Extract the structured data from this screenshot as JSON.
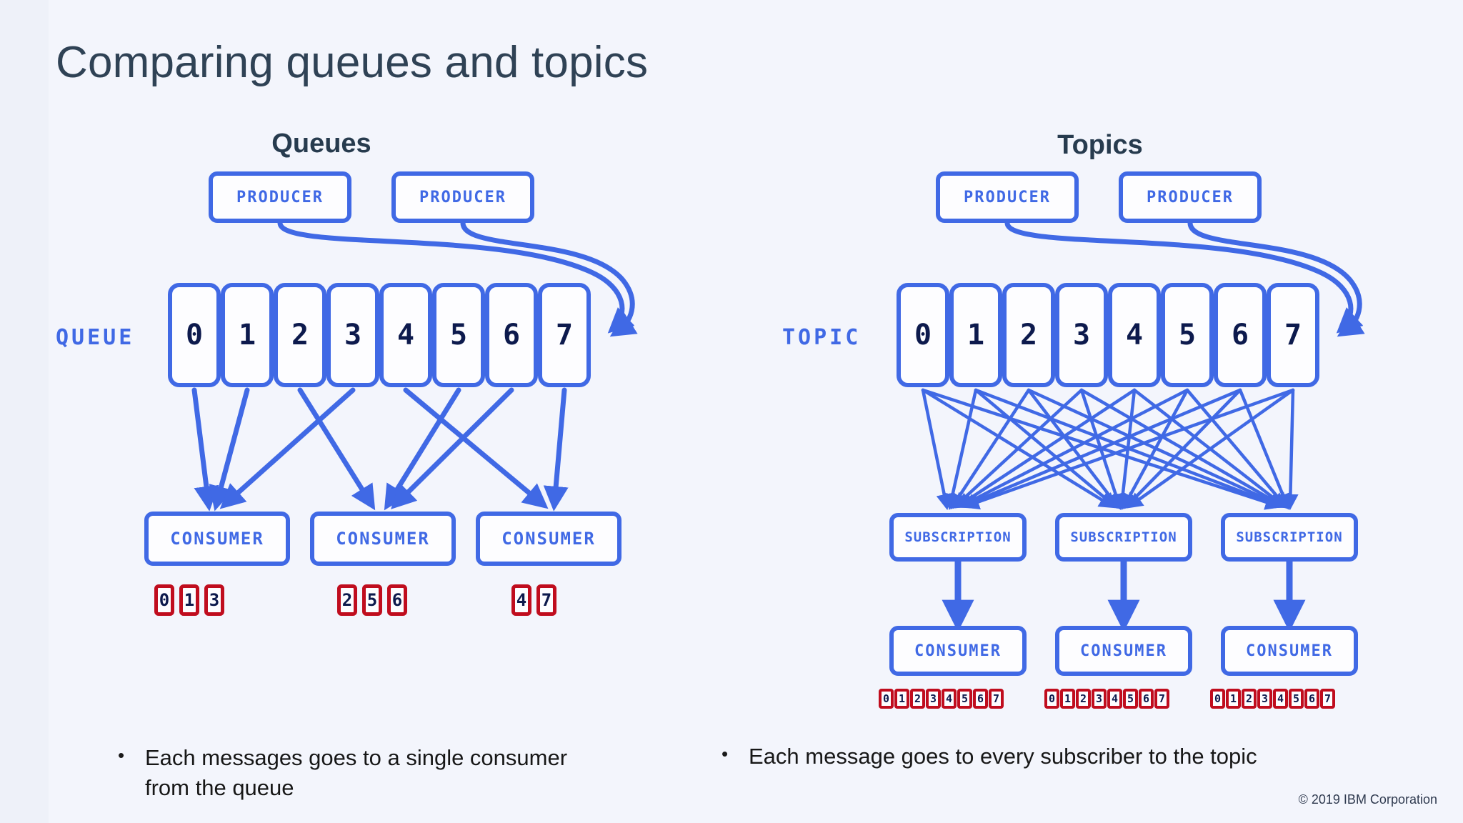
{
  "slide": {
    "title": "Comparing queues and topics",
    "background": "#f3f5fc",
    "accent": "#4069e5",
    "message_border": "#c00d1e",
    "title_color": "#2f4255",
    "footer": "© 2019 IBM Corporation"
  },
  "queues": {
    "heading": "Queues",
    "side_label": "QUEUE",
    "producers": [
      {
        "label": "PRODUCER"
      },
      {
        "label": "PRODUCER"
      }
    ],
    "cells": [
      "0",
      "1",
      "2",
      "3",
      "4",
      "5",
      "6",
      "7"
    ],
    "consumers": [
      {
        "label": "CONSUMER",
        "messages": [
          "0",
          "1",
          "3"
        ]
      },
      {
        "label": "CONSUMER",
        "messages": [
          "2",
          "5",
          "6"
        ]
      },
      {
        "label": "CONSUMER",
        "messages": [
          "4",
          "7"
        ]
      }
    ],
    "bullet": "Each messages goes to a single consumer from the queue"
  },
  "topics": {
    "heading": "Topics",
    "side_label": "TOPIC",
    "producers": [
      {
        "label": "PRODUCER"
      },
      {
        "label": "PRODUCER"
      }
    ],
    "cells": [
      "0",
      "1",
      "2",
      "3",
      "4",
      "5",
      "6",
      "7"
    ],
    "subscriptions": [
      {
        "label": "SUBSCRIPTION"
      },
      {
        "label": "SUBSCRIPTION"
      },
      {
        "label": "SUBSCRIPTION"
      }
    ],
    "consumers": [
      {
        "label": "CONSUMER",
        "messages": [
          "0",
          "1",
          "2",
          "3",
          "4",
          "5",
          "6",
          "7"
        ]
      },
      {
        "label": "CONSUMER",
        "messages": [
          "0",
          "1",
          "2",
          "3",
          "4",
          "5",
          "6",
          "7"
        ]
      },
      {
        "label": "CONSUMER",
        "messages": [
          "0",
          "1",
          "2",
          "3",
          "4",
          "5",
          "6",
          "7"
        ]
      }
    ],
    "bullet": "Each message goes to every subscriber to the topic"
  },
  "diagram_flow": {
    "queue_cell_to_consumer": [
      0,
      0,
      1,
      0,
      2,
      1,
      1,
      2
    ],
    "topic_fanout": "every cell to every subscription"
  }
}
